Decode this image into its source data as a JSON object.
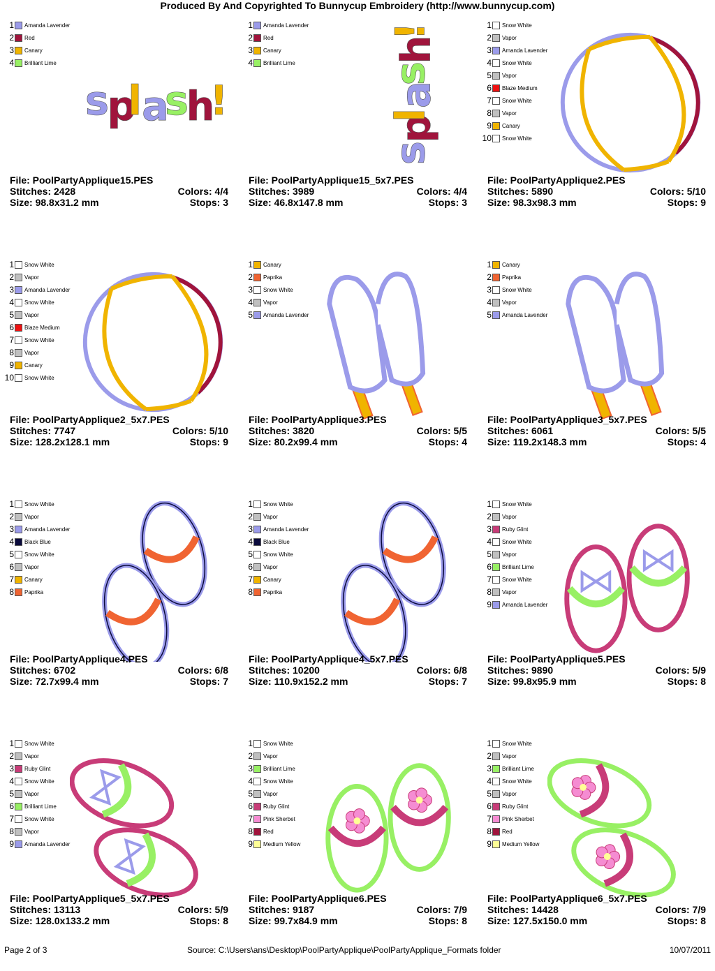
{
  "header": "Produced By And Copyrighted To Bunnycup Embroidery (http://www.bunnycup.com)",
  "labels": {
    "file": "File:",
    "stitches": "Stitches:",
    "size": "Size:",
    "colors": "Colors:",
    "stops": "Stops:"
  },
  "palette": {
    "Amanda Lavender": "#9b9bea",
    "Red": "#a0143c",
    "Canary": "#f0b400",
    "Brilliant Lime": "#98f064",
    "Snow White": "#ffffff",
    "Vapor": "#c0c0c0",
    "Blaze Medium": "#ee1111",
    "Paprika": "#f06432",
    "Black Blue": "#0a0a3c",
    "Ruby Glint": "#c83c78",
    "Pink Sherbet": "#f58cd2",
    "Medium Yellow": "#ffff96"
  },
  "designs": [
    {
      "file": "PoolPartyApplique15.PES",
      "stitches": "2428",
      "size": "98.8x31.2 mm",
      "colors": "4/4",
      "stops": "3",
      "art": "splash-h",
      "threads": [
        "Amanda Lavender",
        "Red",
        "Canary",
        "Brilliant Lime"
      ]
    },
    {
      "file": "PoolPartyApplique15_5x7.PES",
      "stitches": "3989",
      "size": "46.8x147.8 mm",
      "colors": "4/4",
      "stops": "3",
      "art": "splash-v",
      "threads": [
        "Amanda Lavender",
        "Red",
        "Canary",
        "Brilliant Lime"
      ]
    },
    {
      "file": "PoolPartyApplique2.PES",
      "stitches": "5890",
      "size": "98.3x98.3 mm",
      "colors": "5/10",
      "stops": "9",
      "art": "ball",
      "threads": [
        "Snow White",
        "Vapor",
        "Amanda Lavender",
        "Snow White",
        "Vapor",
        "Blaze Medium",
        "Snow White",
        "Vapor",
        "Canary",
        "Snow White"
      ]
    },
    {
      "file": "PoolPartyApplique2_5x7.PES",
      "stitches": "7747",
      "size": "128.2x128.1 mm",
      "colors": "5/10",
      "stops": "9",
      "art": "ball",
      "threads": [
        "Snow White",
        "Vapor",
        "Amanda Lavender",
        "Snow White",
        "Vapor",
        "Blaze Medium",
        "Snow White",
        "Vapor",
        "Canary",
        "Snow White"
      ]
    },
    {
      "file": "PoolPartyApplique3.PES",
      "stitches": "3820",
      "size": "80.2x99.4 mm",
      "colors": "5/5",
      "stops": "4",
      "art": "popsicle",
      "threads": [
        "Canary",
        "Paprika",
        "Snow White",
        "Vapor",
        "Amanda Lavender"
      ]
    },
    {
      "file": "PoolPartyApplique3_5x7.PES",
      "stitches": "6061",
      "size": "119.2x148.3 mm",
      "colors": "5/5",
      "stops": "4",
      "art": "popsicle",
      "threads": [
        "Canary",
        "Paprika",
        "Snow White",
        "Vapor",
        "Amanda Lavender"
      ]
    },
    {
      "file": "PoolPartyApplique4.PES",
      "stitches": "6702",
      "size": "72.7x99.4 mm",
      "colors": "6/8",
      "stops": "7",
      "art": "flipflop-orange",
      "threads": [
        "Snow White",
        "Vapor",
        "Amanda Lavender",
        "Black Blue",
        "Snow White",
        "Vapor",
        "Canary",
        "Paprika"
      ]
    },
    {
      "file": "PoolPartyApplique4_5x7.PES",
      "stitches": "10200",
      "size": "110.9x152.2 mm",
      "colors": "6/8",
      "stops": "7",
      "art": "flipflop-orange",
      "threads": [
        "Snow White",
        "Vapor",
        "Amanda Lavender",
        "Black Blue",
        "Snow White",
        "Vapor",
        "Canary",
        "Paprika"
      ]
    },
    {
      "file": "PoolPartyApplique5.PES",
      "stitches": "9890",
      "size": "99.8x95.9 mm",
      "colors": "5/9",
      "stops": "8",
      "art": "flipflop-bow",
      "threads": [
        "Snow White",
        "Vapor",
        "Ruby Glint",
        "Snow White",
        "Vapor",
        "Brilliant Lime",
        "Snow White",
        "Vapor",
        "Amanda Lavender"
      ]
    },
    {
      "file": "PoolPartyApplique5_5x7.PES",
      "stitches": "13113",
      "size": "128.0x133.2 mm",
      "colors": "5/9",
      "stops": "8",
      "art": "flipflop-bow-tilt",
      "threads": [
        "Snow White",
        "Vapor",
        "Ruby Glint",
        "Snow White",
        "Vapor",
        "Brilliant Lime",
        "Snow White",
        "Vapor",
        "Amanda Lavender"
      ]
    },
    {
      "file": "PoolPartyApplique6.PES",
      "stitches": "9187",
      "size": "99.7x84.9 mm",
      "colors": "7/9",
      "stops": "8",
      "art": "flipflop-flower",
      "threads": [
        "Snow White",
        "Vapor",
        "Brilliant Lime",
        "Snow White",
        "Vapor",
        "Ruby Glint",
        "Pink Sherbet",
        "Red",
        "Medium Yellow"
      ]
    },
    {
      "file": "PoolPartyApplique6_5x7.PES",
      "stitches": "14428",
      "size": "127.5x150.0 mm",
      "colors": "7/9",
      "stops": "8",
      "art": "flipflop-flower-tilt",
      "threads": [
        "Snow White",
        "Vapor",
        "Brilliant Lime",
        "Snow White",
        "Vapor",
        "Ruby Glint",
        "Pink Sherbet",
        "Red",
        "Medium Yellow"
      ]
    }
  ],
  "footer": {
    "page": "Page 2 of 3",
    "source": "Source: C:\\Users\\ans\\Desktop\\PoolPartyApplique\\PoolPartyApplique_Formats folder",
    "date": "10/07/2011"
  }
}
